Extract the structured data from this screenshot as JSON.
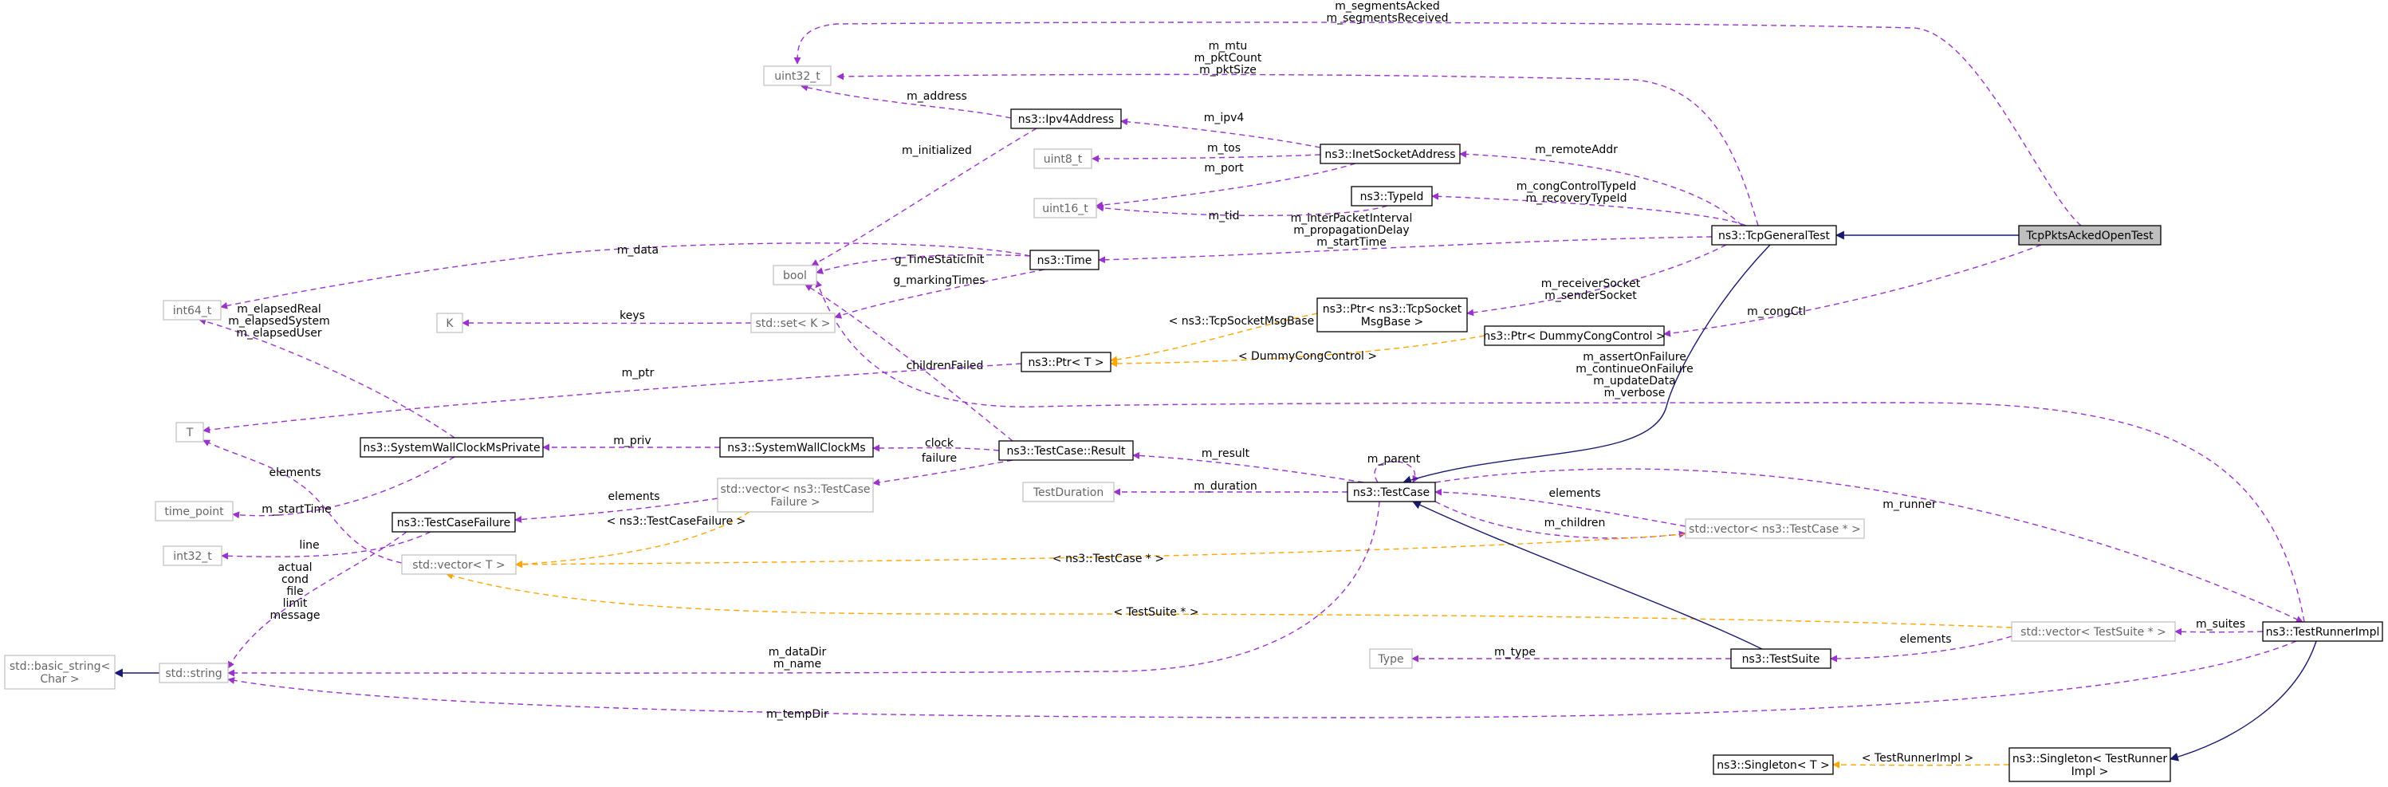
{
  "diagram": {
    "colors": {
      "association": "#9a32cd",
      "template": "#ffa500",
      "inheritance": "#191970",
      "focus_fill": "#bfbfbf",
      "external_border": "#bfbfbf"
    },
    "nodes": {
      "tcppktsackedopentest": [
        "TcpPktsAckedOpenTest"
      ],
      "tcpgeneraltest": [
        "ns3::TcpGeneralTest"
      ],
      "uint32": [
        "uint32_t"
      ],
      "ipv4address": [
        "ns3::Ipv4Address"
      ],
      "uint8": [
        "uint8_t"
      ],
      "inetsocketaddress": [
        "ns3::InetSocketAddress"
      ],
      "uint16": [
        "uint16_t"
      ],
      "typeid": [
        "ns3::TypeId"
      ],
      "bool": [
        "bool"
      ],
      "time": [
        "ns3::Time"
      ],
      "int64": [
        "int64_t"
      ],
      "k": [
        "K"
      ],
      "stdset": [
        "std::set< K >"
      ],
      "ptrtcpsocket": [
        "ns3::Ptr< ns3::TcpSocket",
        "MsgBase >"
      ],
      "ptrdummy": [
        "ns3::Ptr< DummyCongControl >"
      ],
      "ptrt": [
        "ns3::Ptr< T >"
      ],
      "t": [
        "T"
      ],
      "wallprivate": [
        "ns3::SystemWallClockMsPrivate"
      ],
      "wallclock": [
        "ns3::SystemWallClockMs"
      ],
      "testcaseresult": [
        "ns3::TestCase::Result"
      ],
      "timepoint": [
        "time_point"
      ],
      "testcasefailure": [
        "ns3::TestCaseFailure"
      ],
      "vecfailure": [
        "std::vector< ns3::TestCase",
        "Failure >"
      ],
      "testduration": [
        "TestDuration"
      ],
      "testcase": [
        "ns3::TestCase"
      ],
      "int32": [
        "int32_t"
      ],
      "vectort": [
        "std::vector< T >"
      ],
      "vectestcase": [
        "std::vector< ns3::TestCase * >"
      ],
      "vectestsuite": [
        "std::vector< TestSuite * >"
      ],
      "testrunnerimpl": [
        "ns3::TestRunnerImpl"
      ],
      "basicstring": [
        "std::basic_string<",
        "Char >"
      ],
      "stdstring": [
        "std::string"
      ],
      "type": [
        "Type"
      ],
      "testsuite": [
        "ns3::TestSuite"
      ],
      "singletont": [
        "ns3::Singleton< T >"
      ],
      "singletonrunner": [
        "ns3::Singleton< TestRunner",
        "Impl >"
      ]
    },
    "edges": {
      "segments_acked": [
        "m_segmentsAcked",
        "m_segmentsReceived"
      ],
      "mtu": [
        "m_mtu",
        "m_pktCount",
        "m_pktSize"
      ],
      "address": [
        "m_address"
      ],
      "ipv4": [
        "m_ipv4"
      ],
      "tos": [
        "m_tos"
      ],
      "port": [
        "m_port"
      ],
      "remote_addr": [
        "m_remoteAddr"
      ],
      "cong_type": [
        "m_congControlTypeId",
        "m_recoveryTypeId"
      ],
      "tid": [
        "m_tid"
      ],
      "initialized": [
        "m_initialized"
      ],
      "intervals": [
        "m_interPacketInterval",
        "m_propagationDelay",
        "m_startTime"
      ],
      "data": [
        "m_data"
      ],
      "time_static_init": [
        "g_TimeStaticInit"
      ],
      "marking_times": [
        "g_markingTimes"
      ],
      "children_failed": [
        "childrenFailed"
      ],
      "keys": [
        "keys"
      ],
      "sockets": [
        "m_receiverSocket",
        "m_senderSocket"
      ],
      "cong_ctl": [
        "m_congCtl"
      ],
      "tmpl_tcpsocket": [
        "< ns3::TcpSocketMsgBase >"
      ],
      "tmpl_dummy": [
        "< DummyCongControl >"
      ],
      "ptr": [
        "m_ptr"
      ],
      "elapsed": [
        "m_elapsedReal",
        "m_elapsedSystem",
        "m_elapsedUser"
      ],
      "assert_flags": [
        "m_assertOnFailure",
        "m_continueOnFailure",
        "m_updateData",
        "m_verbose"
      ],
      "priv": [
        "m_priv"
      ],
      "clock": [
        "clock"
      ],
      "failure": [
        "failure"
      ],
      "result": [
        "m_result"
      ],
      "parent": [
        "m_parent"
      ],
      "t_elements": [
        "elements"
      ],
      "start_time": [
        "m_startTime"
      ],
      "failure_elements": [
        "elements"
      ],
      "tmpl_failure": [
        "< ns3::TestCaseFailure >"
      ],
      "duration": [
        "m_duration"
      ],
      "tc_elements": [
        "elements"
      ],
      "children": [
        "m_children"
      ],
      "runner": [
        "m_runner"
      ],
      "line": [
        "line"
      ],
      "fields": [
        "actual",
        "cond",
        "file",
        "limit",
        "message"
      ],
      "tmpl_testcase": [
        "< ns3::TestCase * >"
      ],
      "tmpl_testsuite": [
        "< TestSuite * >"
      ],
      "suites": [
        "m_suites"
      ],
      "ts_elements": [
        "elements"
      ],
      "data_dir": [
        "m_dataDir",
        "m_name"
      ],
      "type": [
        "m_type"
      ],
      "temp_dir": [
        "m_tempDir"
      ],
      "tmpl_runner": [
        "< TestRunnerImpl >"
      ]
    }
  }
}
